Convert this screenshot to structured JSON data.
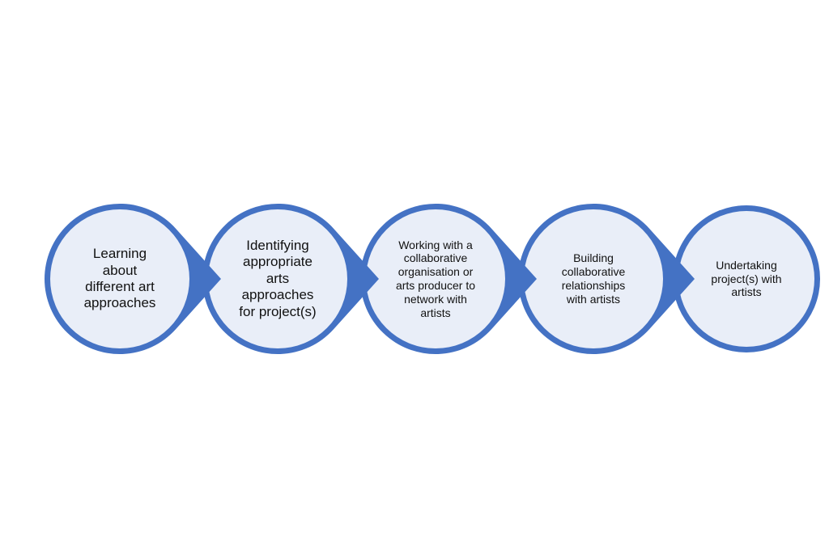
{
  "colors": {
    "ring": "#4472c4",
    "fill": "#e9eef8",
    "text": "#111111"
  },
  "steps": [
    {
      "text": "Learning about different art approaches",
      "lines": [
        "Learning",
        "about",
        "different art",
        "approaches"
      ]
    },
    {
      "text": "Identifying appropriate arts approaches for project(s)",
      "lines": [
        "Identifying",
        "appropriate",
        "arts",
        "approaches",
        "for project(s)"
      ]
    },
    {
      "text": "Working with a collaborative organisation or arts producer to network with artists",
      "lines": [
        "Working with a",
        "collaborative",
        "organisation or",
        "arts producer to",
        "network with",
        "artists"
      ]
    },
    {
      "text": "Building collaborative relationships with artists",
      "lines": [
        "Building",
        "collaborative",
        "relationships",
        "with artists"
      ]
    },
    {
      "text": "Undertaking project(s) with artists",
      "lines": [
        "Undertaking",
        "project(s) with",
        "artists"
      ]
    }
  ]
}
